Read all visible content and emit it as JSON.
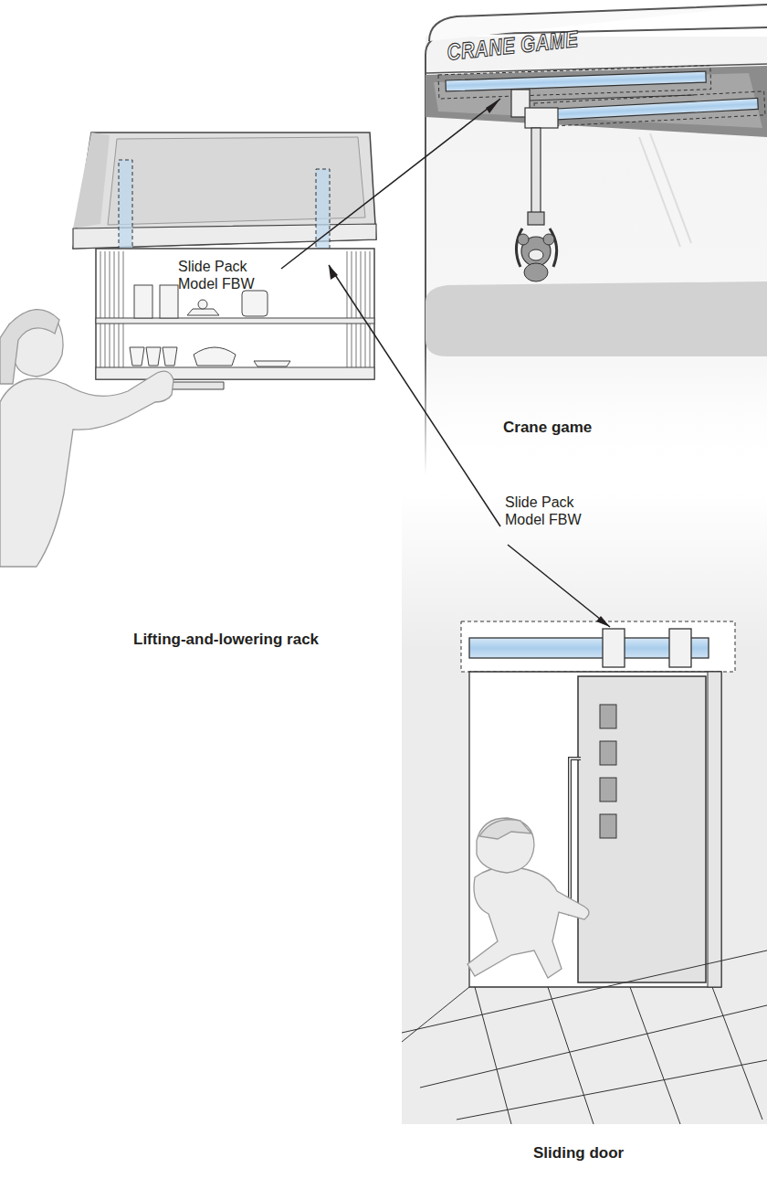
{
  "diagram": {
    "labels": [
      "CRANE GAME",
      "Slide Pack Model FBW",
      "Crane game",
      "Slide Pack Model FBW",
      "Lifting-and-lowering rack",
      "Sliding door"
    ]
  }
}
